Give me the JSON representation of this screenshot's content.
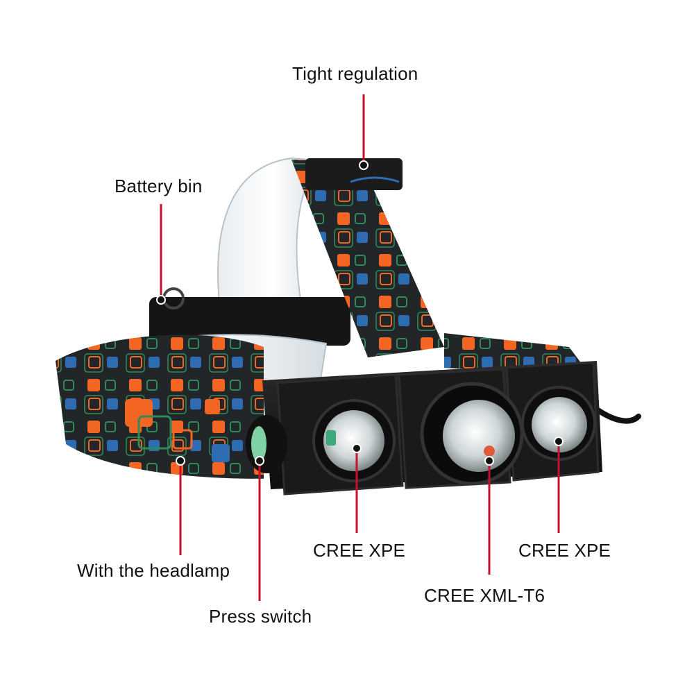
{
  "colors": {
    "leader_line": "#c8102e",
    "leader_dot": "#111111",
    "strap_base": "#232629",
    "strap_orange": "#f26522",
    "strap_green": "#2e8b57",
    "strap_blue": "#2e6db4",
    "housing": "#141414",
    "switch_green": "#7fd3a3"
  },
  "callouts": {
    "tight_regulation": "Tight regulation",
    "battery_bin": "Battery bin",
    "with_headlamp": "With the headlamp",
    "press_switch": "Press switch",
    "cree_xpe_left": "CREE XPE",
    "cree_xml_t6": "CREE XML-T6",
    "cree_xpe_right": "CREE XPE"
  }
}
